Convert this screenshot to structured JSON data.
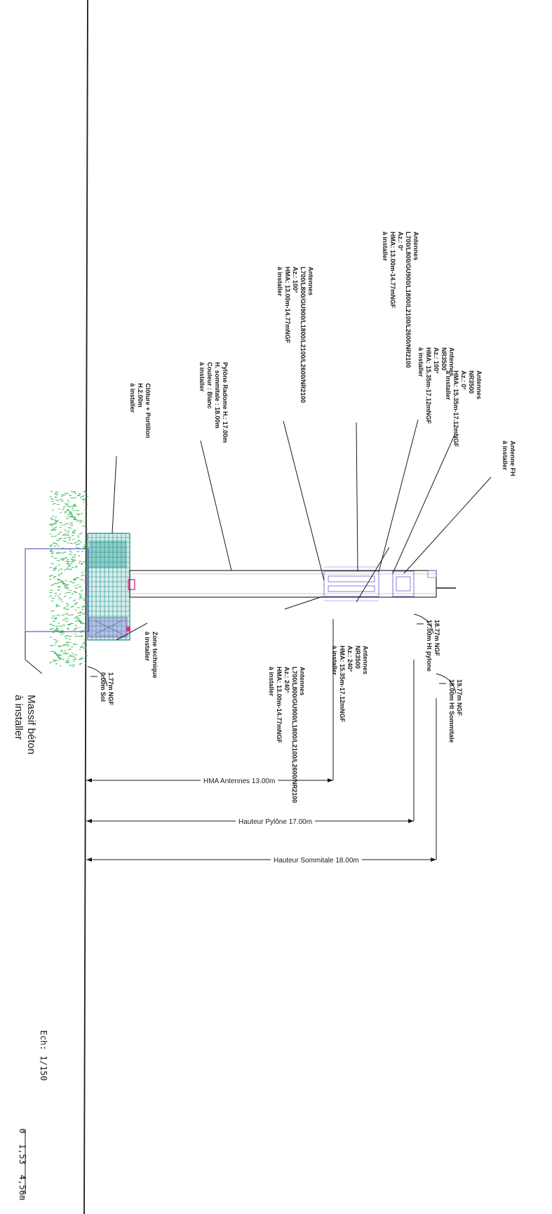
{
  "colors": {
    "line": "#1a1a1a",
    "fence": "#0f8f86",
    "tech_zone": "#7f6fd0",
    "foundation": "#5a5acc",
    "antenna": "#8a6cd8",
    "vegetation": "#3cb85a",
    "marker": "#e0308a"
  },
  "labels": {
    "antenne_fh": [
      "Antenne FH",
      "à installer"
    ],
    "antennes_nr3500_top": [
      "Antennes",
      "NR3500",
      "Az.: 0°",
      "HMA: 15.35m-17.12mNGF",
      "à installer"
    ],
    "antennes_nr2600": [
      "Antennes",
      "NR3500",
      "Az.: 100°",
      "HMA: 15.35m-17.12mNGF",
      "à installer"
    ],
    "antennes_lte_0": [
      "Antennes",
      "L700/L800/GU900/L1800/L2100/L2600/NR2100",
      "Az.: 0°",
      "HMA: 13.00m-14.77mNGF",
      "à installer"
    ],
    "antennes_lte_100": [
      "Antennes",
      "L700/L800/GU900/L1800/L2100/L2600/NR2100",
      "Az.: 100°",
      "HMA: 13.00m-14.77mNGF",
      "à installer"
    ],
    "pylone": [
      "Pylône Radome H.: 17.00m",
      "H. sommitale : 18.00m",
      "Couleur : Blanc",
      "à installer"
    ],
    "cloture": [
      "Clôture + Portillon",
      "H.2.00m",
      "à installer"
    ],
    "antennes_nr3500_240": [
      "Antennes",
      "NR3500",
      "Az.: 240°",
      "HMA: 15.35m-17.12mNGF",
      "à installer"
    ],
    "antennes_lte_240": [
      "Antennes",
      "L700/L800/GU900/L1800/L2100/L2600/NR2100",
      "Az.: 240°",
      "HMA: 13.00m-14.77mNGF",
      "à installer"
    ],
    "zone_technique": [
      "Zone technique",
      "à installer"
    ],
    "massif": [
      "Massif béton",
      "à installer"
    ]
  },
  "levels": {
    "sol": [
      "1.77m NGF",
      "0.00m Sol"
    ],
    "pylone": [
      "18.77m NGF",
      "17.00m Ht pylone"
    ],
    "sommitale": [
      "19.77m NGF",
      "18.00m Ht Sommitale"
    ]
  },
  "dimensions": {
    "hma": "HMA Antennes 13.00m",
    "pylone": "Hauteur Pylône 17.00m",
    "sommitale": "Hauteur Sommitale 18.00m"
  },
  "scale": {
    "title": "Ech: 1/150",
    "ticks": [
      "0",
      "1,5",
      "3",
      "4,5",
      "6m"
    ]
  }
}
